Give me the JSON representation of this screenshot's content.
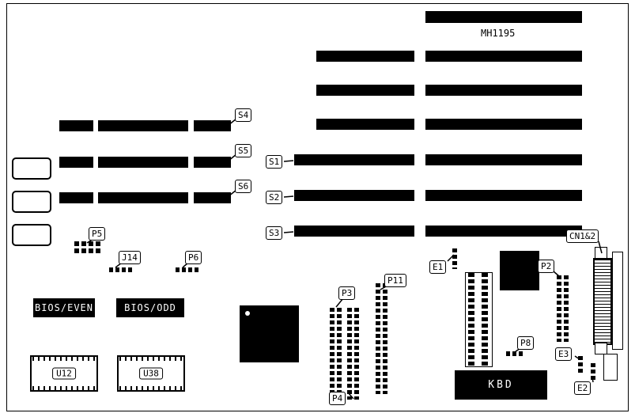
{
  "diagram": {
    "title": "MH1195",
    "callouts": {
      "s1": "S1",
      "s2": "S2",
      "s3": "S3",
      "s4": "S4",
      "s5": "S5",
      "s6": "S6",
      "p2": "P2",
      "p3": "P3",
      "p4": "P4",
      "p5": "P5",
      "p6": "P6",
      "p8": "P8",
      "p11": "P11",
      "j14": "J14",
      "e1": "E1",
      "e2": "E2",
      "e3": "E3",
      "cn12": "CN1&2"
    },
    "chips": {
      "bios_even": "BIOS/EVEN",
      "bios_odd": "BIOS/ODD",
      "u12": "U12",
      "u38": "U38",
      "kbd": "KBD"
    }
  }
}
